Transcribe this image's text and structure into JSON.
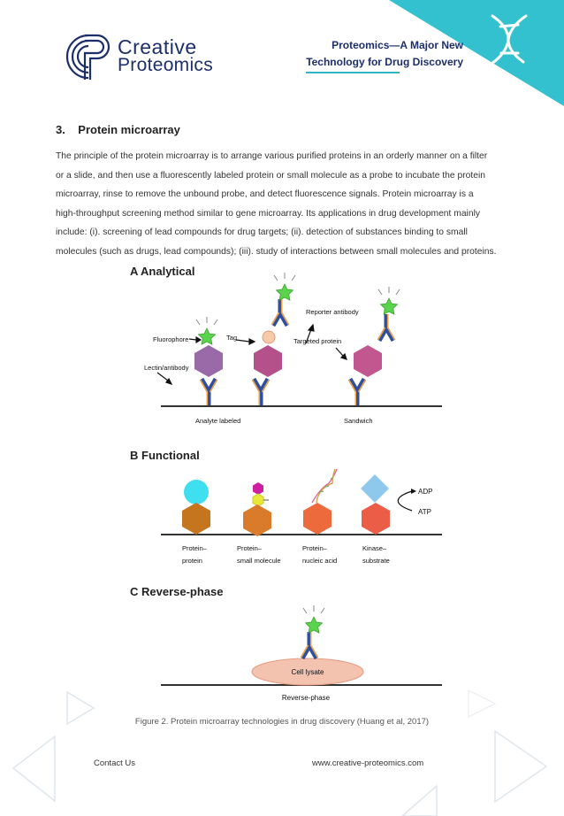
{
  "header": {
    "logo_line1": "Creative",
    "logo_line2": "Proteomics",
    "title_line1": "Proteomics—A Major New",
    "title_line2": "Technology for Drug Discovery"
  },
  "section": {
    "title": "3.    Protein microarray",
    "paragraph_lines": [
      "The principle of the protein microarray is to arrange various purified proteins in an orderly manner on a filter",
      "or a slide, and then use a fluorescently labeled protein or small molecule as a probe to incubate the protein",
      "microarray, rinse to remove the unbound probe, and detect fluorescence signals. Protein microarray is a",
      "high-throughput screening method similar to gene microarray. Its applications in drug development mainly",
      "include: (i). screening of lead compounds for drug targets; (ii). detection of substances binding to small",
      "molecules (such as drugs, lead compounds); (iii). study of interactions between small molecules and proteins."
    ]
  },
  "figure": {
    "panel_a": {
      "title": "A  Analytical",
      "labels": {
        "fluorophore": "Fluorophore",
        "tag": "Tag",
        "lectin": "Lectin/antibody",
        "targeted": "Targeted protein",
        "reporter": "Reporter antibody",
        "analyte": "Analyte labeled",
        "sandwich": "Sandwich"
      }
    },
    "panel_b": {
      "title": "B  Functional",
      "labels": {
        "pp1": "Protein–",
        "pp2": "protein",
        "sm1": "Protein–",
        "sm2": "small molecule",
        "na1": "Protein–",
        "na2": "nucleic acid",
        "ks1": "Kinase–",
        "ks2": "substrate",
        "adp": "ADP",
        "atp": "ATP"
      }
    },
    "panel_c": {
      "title": "C  Reverse-phase",
      "labels": {
        "lysate": "Cell lysate",
        "reverse": "Reverse-phase"
      }
    },
    "caption": "Figure 2. Protein microarray technologies in drug discovery (Huang et al, 2017)"
  },
  "footer": {
    "contact": "Contact Us",
    "website": "www.creative-proteomics.com"
  },
  "colors": {
    "brand_navy": "#1c2f6b",
    "accent_teal": "#33b5c6",
    "star_green": "#5ad44c",
    "hex_purple": "#9a6aa8",
    "hex_magenta": "#b4508a",
    "hex_orange": "#d97b2b",
    "hex_red": "#ec5d48",
    "cyan_circle": "#3ee0f0",
    "diamond_blue": "#8ec8ec",
    "lysate_pink": "#f3c3b0"
  },
  "icons": [
    "logo-cp-icon",
    "dna-icon",
    "triangle-decor-icon"
  ]
}
